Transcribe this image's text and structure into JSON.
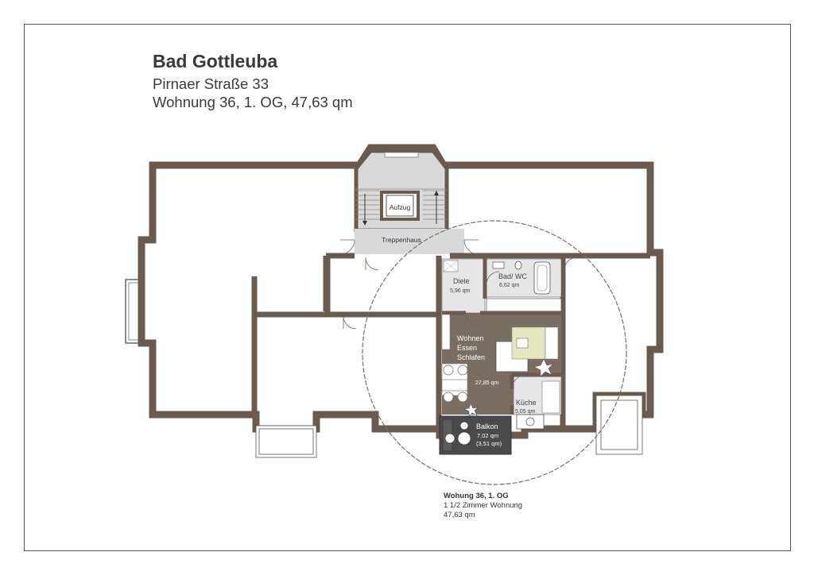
{
  "header": {
    "title": "Bad Gottleuba",
    "address": "Pirnaer Straße 33",
    "unit": "Wohnung 36, 1. OG, 47,63 qm"
  },
  "rooms": {
    "aufzug": "Aufzug",
    "treppenhaus": "Treppenhaus",
    "diele_name": "Diele",
    "diele_area": "5,96 qm",
    "bad_name": "Bad/ WC",
    "bad_area": "6,62 qm",
    "wohnen_1": "Wohnen",
    "wohnen_2": "Essen",
    "wohnen_3": "Schlafen",
    "wohnen_area": "27,85 qm",
    "kueche_name": "Küche",
    "kueche_area": "5,05 qm",
    "balkon_name": "Balkon",
    "balkon_area": "7,02 qm",
    "balkon_area_half": "(3,51 qm)"
  },
  "caption": {
    "line1": "Wohung 36, 1. OG",
    "line2": "1 1/2 Zimmer Wohnung",
    "line3": "47,63 qm"
  },
  "colors": {
    "wall": "#6b5b4f",
    "floor_unit": "#7a6e62",
    "stair": "#d9d9d9",
    "balcony": "#4a4a4a",
    "rug": "#e4e7bf"
  }
}
